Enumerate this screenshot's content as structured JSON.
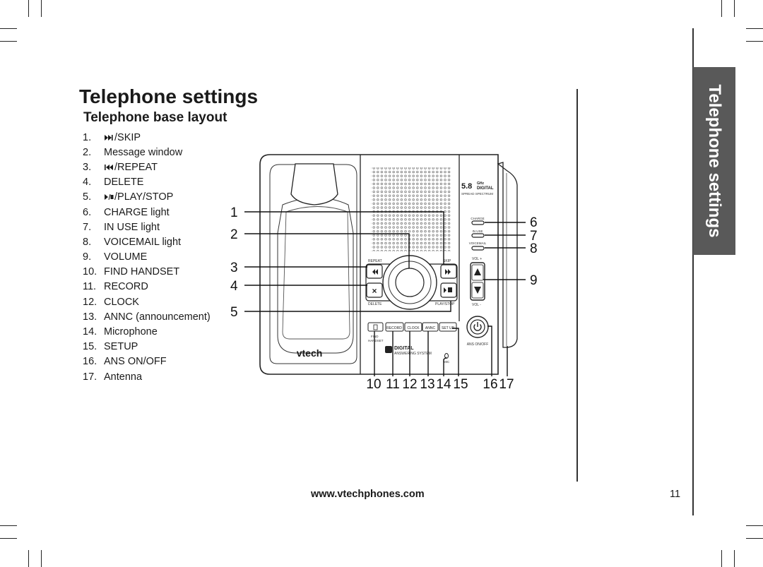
{
  "page": {
    "title": "Telephone settings",
    "subtitle": "Telephone base layout",
    "side_tab": "Telephone settings",
    "footer_url": "www.vtechphones.com",
    "page_number": "11"
  },
  "items": [
    {
      "num": "1.",
      "icon": "skip-icon",
      "label": "/SKIP"
    },
    {
      "num": "2.",
      "icon": "",
      "label": "Message window"
    },
    {
      "num": "3.",
      "icon": "repeat-icon",
      "label": "/REPEAT"
    },
    {
      "num": "4.",
      "icon": "",
      "label": "DELETE"
    },
    {
      "num": "5.",
      "icon": "play-stop-icon",
      "label": "/PLAY/STOP"
    },
    {
      "num": "6.",
      "icon": "",
      "label": "CHARGE light"
    },
    {
      "num": "7.",
      "icon": "",
      "label": "IN USE light"
    },
    {
      "num": "8.",
      "icon": "",
      "label": "VOICEMAIL light"
    },
    {
      "num": "9.",
      "icon": "",
      "label": "VOLUME"
    },
    {
      "num": "10.",
      "icon": "",
      "label": "FIND HANDSET"
    },
    {
      "num": "11.",
      "icon": "",
      "label": "RECORD"
    },
    {
      "num": "12.",
      "icon": "",
      "label": "CLOCK"
    },
    {
      "num": "13.",
      "icon": "",
      "label": "ANNC (announcement)"
    },
    {
      "num": "14.",
      "icon": "",
      "label": "Microphone"
    },
    {
      "num": "15.",
      "icon": "",
      "label": "SETUP"
    },
    {
      "num": "16.",
      "icon": "",
      "label": "ANS ON/OFF"
    },
    {
      "num": "17.",
      "icon": "",
      "label": "Antenna"
    }
  ],
  "diagram": {
    "callouts_left": [
      "1",
      "2",
      "3",
      "4",
      "5"
    ],
    "callouts_right": [
      "6",
      "7",
      "8",
      "9"
    ],
    "callouts_bottom": [
      "10",
      "11",
      "12",
      "13",
      "14",
      "15",
      "16",
      "17"
    ],
    "brand": "vtech",
    "freq_ghz": "5.8",
    "freq_unit": "GHz",
    "freq_digital": "DIGITAL",
    "spread_spectrum": "SPREAD SPECTRUM",
    "labels": {
      "repeat": "REPEAT",
      "skip": "SKIP",
      "delete": "DELETE",
      "play_stop": "PLAY/STOP",
      "charge": "CHARGE",
      "in_use": "IN USE",
      "voicemail": "VOICEMAIL",
      "vol_plus": "VOL +",
      "vol_minus": "VOL -",
      "find": "FIND",
      "handset": "HANDSET",
      "record": "RECORD",
      "clock": "CLOCK",
      "annc": "ANNC",
      "setup": "SET UP",
      "ans_on_off": "ANS ON/OFF",
      "digital": "DIGITAL",
      "answering_system": "ANSWERING SYSTEM",
      "mic": "MIC"
    }
  }
}
